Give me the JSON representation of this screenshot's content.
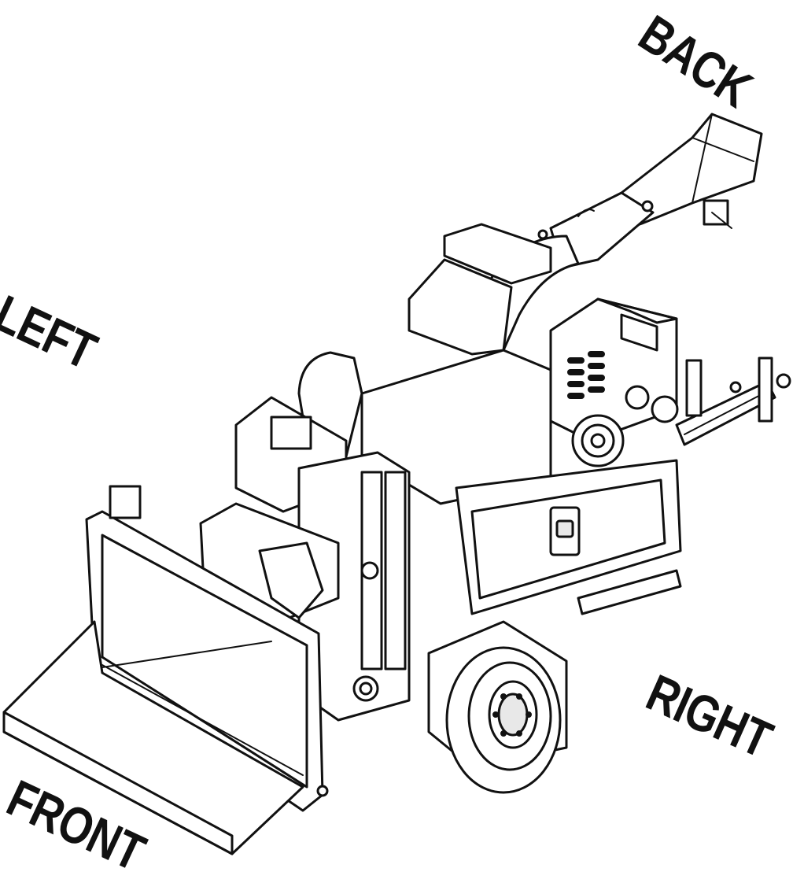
{
  "labels": {
    "back": "BACK",
    "left": "LEFT",
    "right": "RIGHT",
    "front": "FRONT"
  },
  "colors": {
    "line": "#111111",
    "background": "#ffffff"
  }
}
